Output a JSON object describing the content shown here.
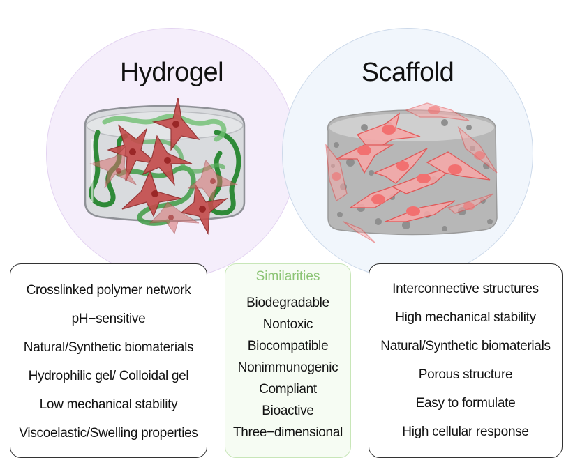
{
  "figure": {
    "colors": {
      "hydrogel_circle_fill": "#f5eefb",
      "hydrogel_circle_border": "#e3d3f1",
      "scaffold_circle_fill": "#f1f6fc",
      "scaffold_circle_border": "#ccd9ea",
      "similarities_title": "#8cc475",
      "similarities_box_fill": "#f6fcf3",
      "similarities_box_border": "#c8e6b8",
      "hydrogel_polymer": "#3f9b46",
      "hydrogel_cell": "#c44b4b",
      "scaffold_cell": "#f07a7a",
      "scaffold_body": "#b5b5b5"
    },
    "hydrogel": {
      "title": "Hydrogel",
      "illustration": "hydrogel-cylinder-with-cells-icon",
      "properties": [
        "Crosslinked polymer network",
        "pH−sensitive",
        "Natural/Synthetic biomaterials",
        "Hydrophilic gel/ Colloidal gel",
        "Low mechanical stability",
        "Viscoelastic/Swelling properties"
      ]
    },
    "scaffold": {
      "title": "Scaffold",
      "illustration": "porous-scaffold-with-cells-icon",
      "properties": [
        "Interconnective structures",
        "High mechanical stability",
        "Natural/Synthetic biomaterials",
        "Porous structure",
        "Easy to formulate",
        "High cellular response"
      ]
    },
    "similarities": {
      "title": "Similarities",
      "items": [
        "Biodegradable",
        "Nontoxic",
        "Biocompatible",
        "Nonimmunogenic",
        "Compliant",
        "Bioactive",
        "Three−dimensional"
      ]
    }
  }
}
